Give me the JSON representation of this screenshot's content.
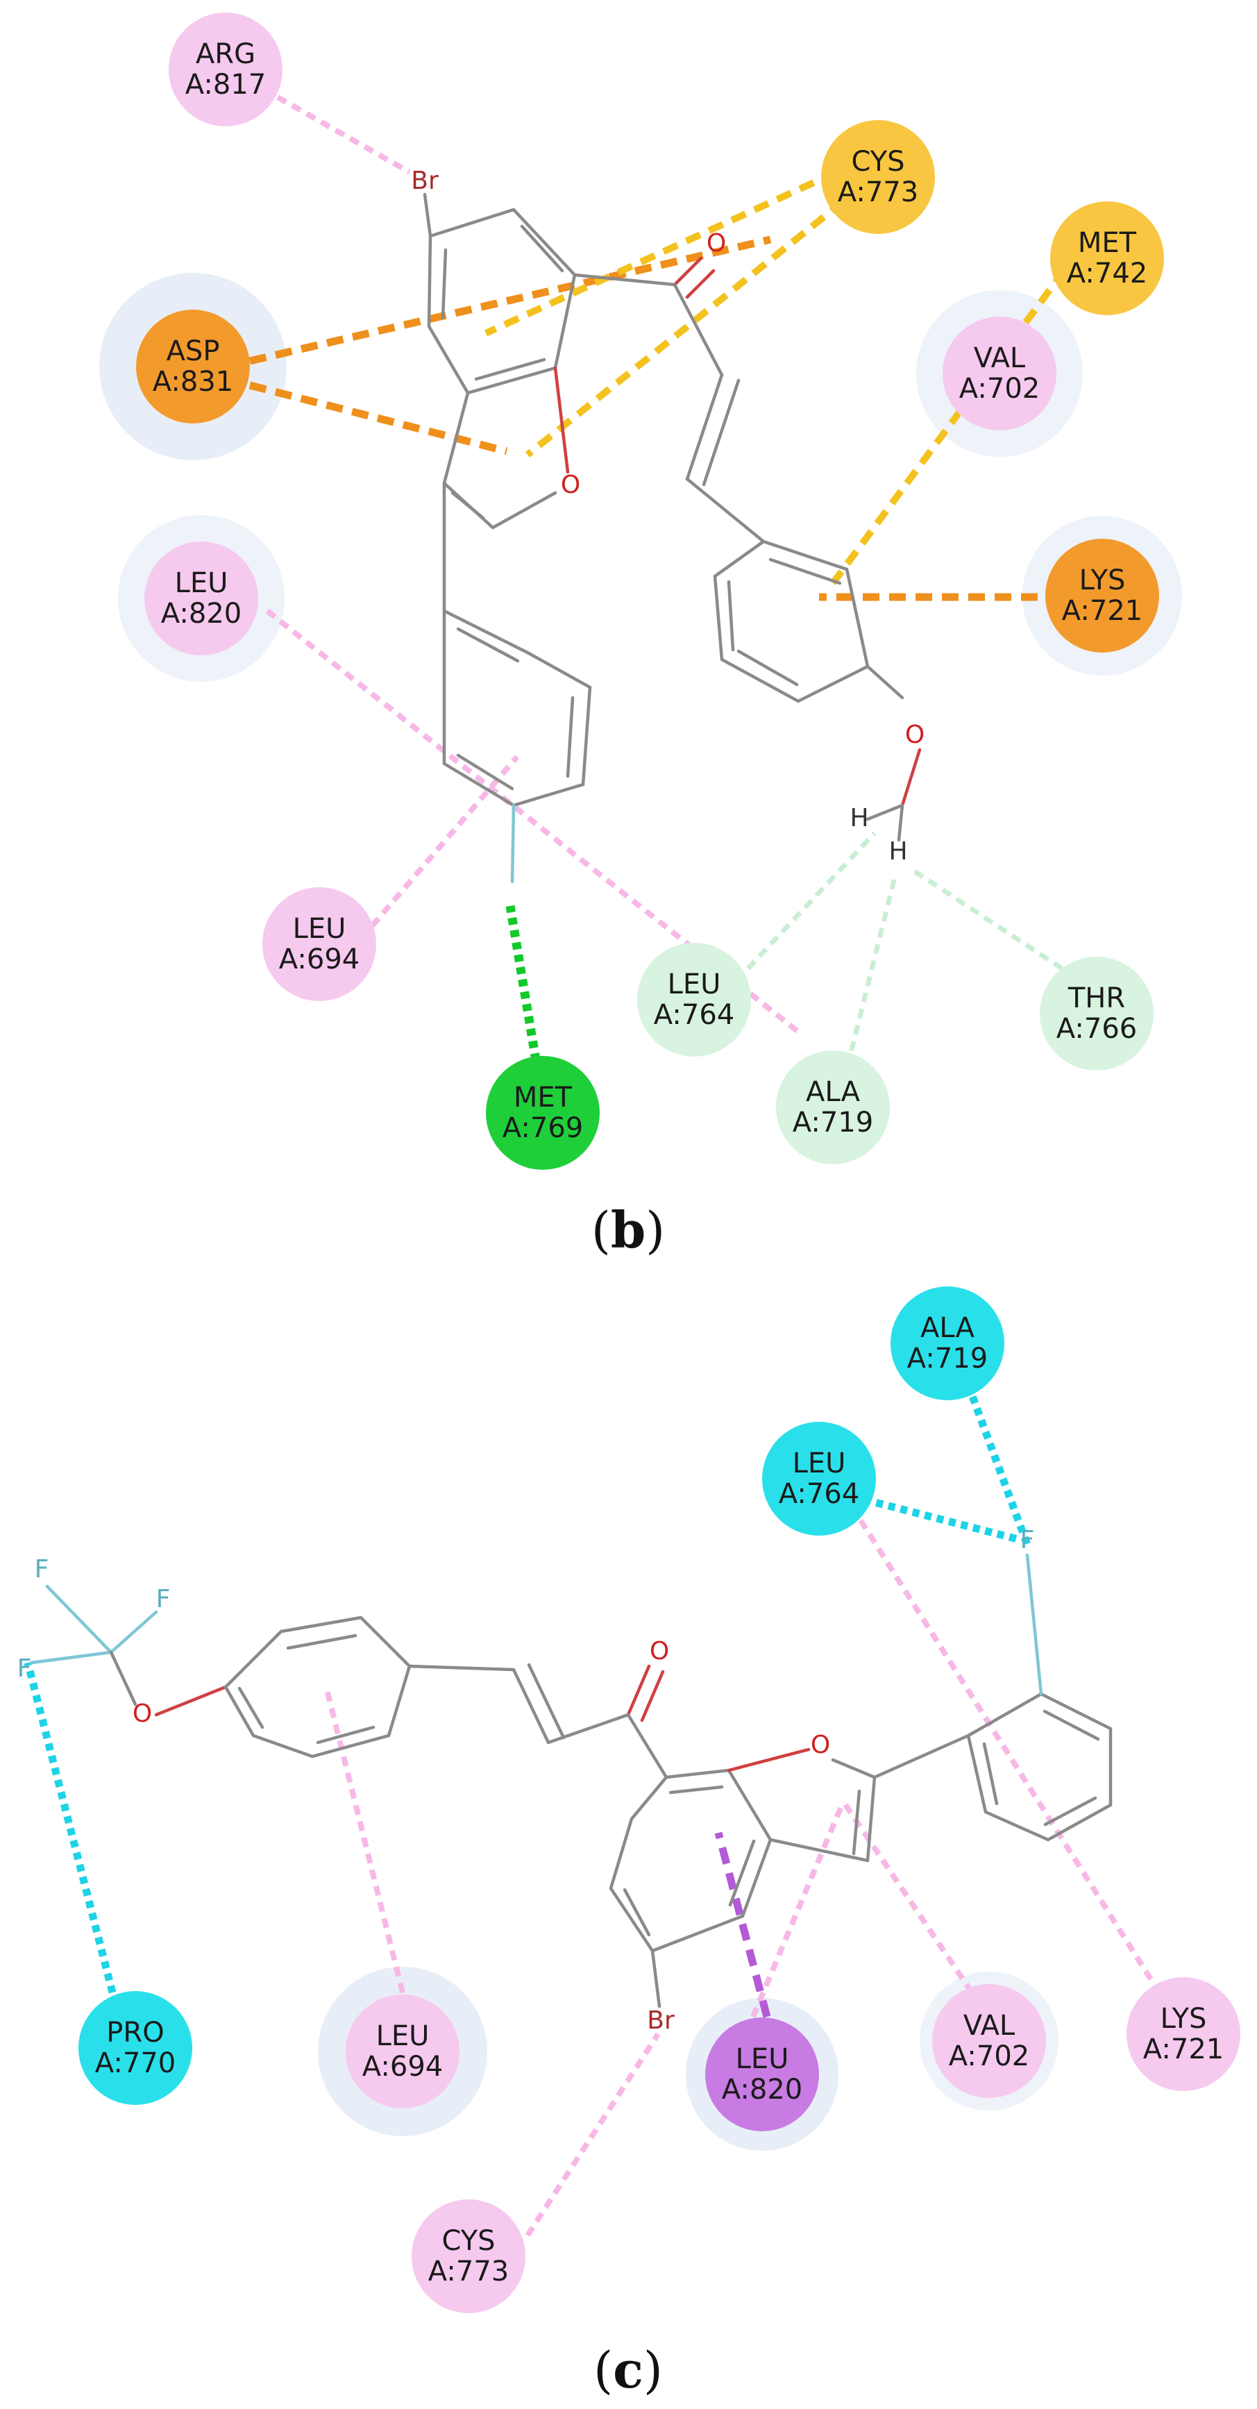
{
  "colors": {
    "pink": "#f6c9ef",
    "orange": "#f39a2c",
    "yellow": "#f8c640",
    "green": "#1fcf3a",
    "light_green": "#d8f3df",
    "cyan": "#29e0ea",
    "purple": "#c77be3",
    "halo": "#e8eef7",
    "line_pink": "#f7b8e6",
    "line_orange": "#ef8f1c",
    "line_yellow": "#f4c21f",
    "line_green": "#12c92a",
    "line_light_green": "#c9eed4",
    "line_cyan": "#1dd3e6",
    "line_purple": "#b35ad6"
  },
  "panels": [
    {
      "label_open": "(",
      "label_letter": "b",
      "label_close": ")",
      "atoms": [
        {
          "symbol": "Br",
          "color": "#a52a2a"
        },
        {
          "symbol": "O",
          "color": "#d02020"
        },
        {
          "symbol": "O",
          "color": "#d02020"
        },
        {
          "symbol": "O",
          "color": "#d02020"
        },
        {
          "symbol": "H",
          "color": "#333333"
        },
        {
          "symbol": "H",
          "color": "#333333"
        }
      ],
      "residues": [
        {
          "name": "ARG",
          "id": "A:817",
          "type": "pink"
        },
        {
          "name": "CYS",
          "id": "A:773",
          "type": "yellow"
        },
        {
          "name": "MET",
          "id": "A:742",
          "type": "yellow"
        },
        {
          "name": "ASP",
          "id": "A:831",
          "type": "orange"
        },
        {
          "name": "VAL",
          "id": "A:702",
          "type": "pink"
        },
        {
          "name": "LEU",
          "id": "A:820",
          "type": "pink"
        },
        {
          "name": "LYS",
          "id": "A:721",
          "type": "orange"
        },
        {
          "name": "LEU",
          "id": "A:694",
          "type": "pink"
        },
        {
          "name": "LEU",
          "id": "A:764",
          "type": "light_green"
        },
        {
          "name": "THR",
          "id": "A:766",
          "type": "light_green"
        },
        {
          "name": "MET",
          "id": "A:769",
          "type": "green"
        },
        {
          "name": "ALA",
          "id": "A:719",
          "type": "light_green"
        }
      ]
    },
    {
      "label_open": "(",
      "label_letter": "c",
      "label_close": ")",
      "atoms": [
        {
          "symbol": "F",
          "color": "#5aaec2"
        },
        {
          "symbol": "F",
          "color": "#5aaec2"
        },
        {
          "symbol": "F",
          "color": "#5aaec2"
        },
        {
          "symbol": "F",
          "color": "#5aaec2"
        },
        {
          "symbol": "O",
          "color": "#d02020"
        },
        {
          "symbol": "O",
          "color": "#d02020"
        },
        {
          "symbol": "O",
          "color": "#d02020"
        },
        {
          "symbol": "Br",
          "color": "#a52a2a"
        }
      ],
      "residues": [
        {
          "name": "ALA",
          "id": "A:719",
          "type": "cyan"
        },
        {
          "name": "LEU",
          "id": "A:764",
          "type": "cyan"
        },
        {
          "name": "PRO",
          "id": "A:770",
          "type": "cyan"
        },
        {
          "name": "LEU",
          "id": "A:694",
          "type": "pink"
        },
        {
          "name": "LYS",
          "id": "A:721",
          "type": "pink"
        },
        {
          "name": "VAL",
          "id": "A:702",
          "type": "pink"
        },
        {
          "name": "LEU",
          "id": "A:820",
          "type": "purple"
        },
        {
          "name": "CYS",
          "id": "A:773",
          "type": "pink"
        }
      ]
    }
  ]
}
